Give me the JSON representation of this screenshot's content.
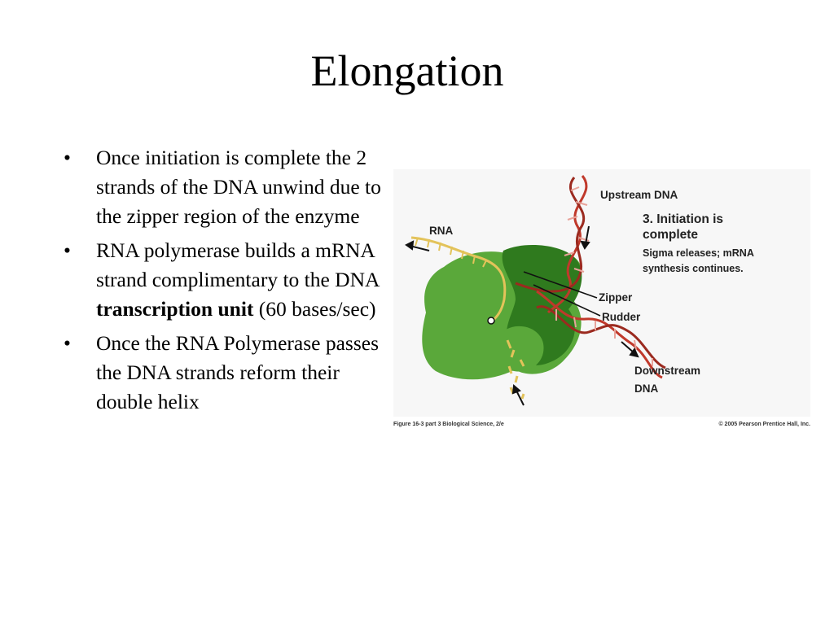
{
  "slide": {
    "title": "Elongation"
  },
  "bullets": [
    {
      "text": "Once initiation is complete the 2 strands of the DNA unwind due to the zipper region of the enzyme"
    },
    {
      "text_before": "RNA polymerase builds a mRNA strand complimentary to the DNA ",
      "bold": "transcription unit",
      "text_after": " (60 bases/sec)"
    },
    {
      "text": "Once the RNA Polymerase passes the DNA strands reform their double helix"
    }
  ],
  "figure": {
    "labels": {
      "upstream": "Upstream DNA",
      "rna": "RNA",
      "zipper": "Zipper",
      "rudder": "Rudder",
      "downstream_1": "Downstream",
      "downstream_2": "DNA"
    },
    "step": {
      "title_1": "3. Initiation is",
      "title_2": "complete",
      "desc_1": "Sigma releases; mRNA",
      "desc_2": "synthesis continues."
    },
    "caption_left": "Figure 16-3 part 3   Biological Science, 2/e",
    "caption_right": "© 2005 Pearson Prentice Hall, Inc.",
    "colors": {
      "enzyme_light": "#5aa83a",
      "enzyme_dark": "#2f7a1e",
      "dna": "#c0392b",
      "rna": "#e3c35a"
    }
  }
}
